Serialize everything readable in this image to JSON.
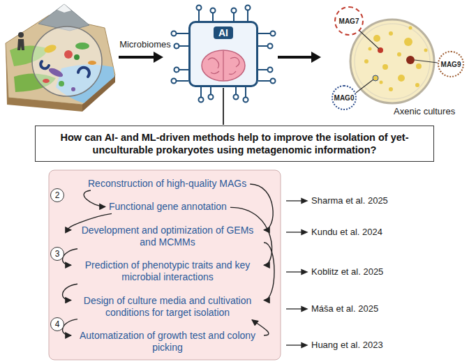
{
  "diagram": {
    "nodes": [
      {
        "text": [
          "AI"
        ]
      },
      {
        "text": [
          "MAG7"
        ]
      },
      {
        "text": [
          "MAG9"
        ]
      },
      {
        "text": [
          "MAG0"
        ]
      },
      {
        "text": [
          "How can AI- and ML-driven methods help to improve the isolation of yet-unculturable prokaryotes using metagenomic information?"
        ]
      },
      {
        "text": [
          "Reconstruction of high-quality MAGs"
        ]
      },
      {
        "text": [
          "2"
        ]
      },
      {
        "text": [
          "Functional gene annotation"
        ]
      },
      {
        "text": [
          "Development and optimization of GEMs and MCMMs"
        ]
      },
      {
        "text": [
          "3"
        ]
      },
      {
        "text": [
          "Prediction of phenotypic traits and key microbial interactions"
        ]
      },
      {
        "text": [
          "Design of culture media and cultivation conditions for target isolation"
        ]
      },
      {
        "text": [
          "4"
        ]
      },
      {
        "text": [
          "Automatization of growth test and colony picking"
        ]
      }
    ],
    "edges": [
      {
        "from": 0,
        "to": 4,
        "arrow": "none"
      },
      {
        "from": 5,
        "to": 7,
        "arrow": "to"
      },
      {
        "from": 5,
        "to": 8,
        "arrow": "to"
      },
      {
        "from": 7,
        "to": 8,
        "arrow": "to"
      },
      {
        "from": 7,
        "to": 10,
        "arrow": "to"
      },
      {
        "from": 8,
        "to": 10,
        "arrow": "to"
      },
      {
        "from": 8,
        "to": 11,
        "arrow": "to"
      },
      {
        "from": 10,
        "to": 11,
        "arrow": "to"
      },
      {
        "from": 11,
        "to": 13,
        "arrow": "to"
      },
      {
        "from": 13,
        "to": 11,
        "arrow": "to"
      }
    ],
    "labels": [
      "Microbiomes",
      "Axenic cultures",
      "Sharma et al. 2025",
      "Kundu et al. 2024",
      "Koblitz et al. 2025",
      "Máša et al. 2025",
      "Huang et al. 2023"
    ]
  }
}
